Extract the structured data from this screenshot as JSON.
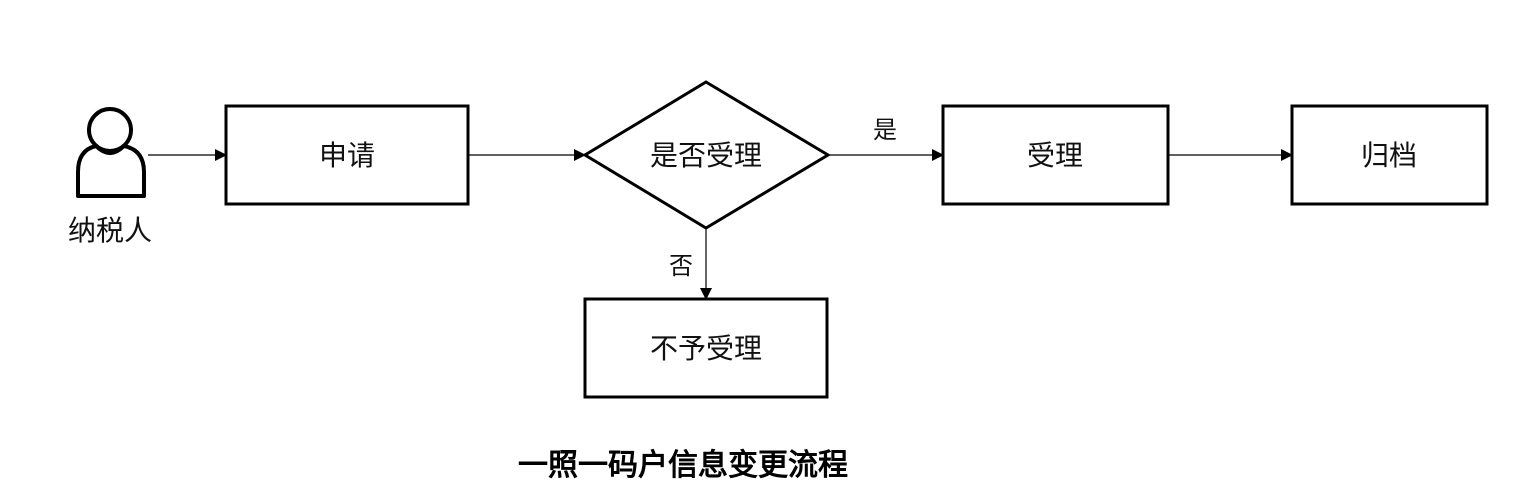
{
  "title": "一照一码户信息变更流程",
  "actor": {
    "label": "纳税人",
    "icon": "person-icon"
  },
  "nodes": {
    "apply": "申请",
    "decision": "是否受理",
    "accept": "受理",
    "archive": "归档",
    "reject": "不予受理"
  },
  "edge_labels": {
    "yes": "是",
    "no": "否"
  }
}
